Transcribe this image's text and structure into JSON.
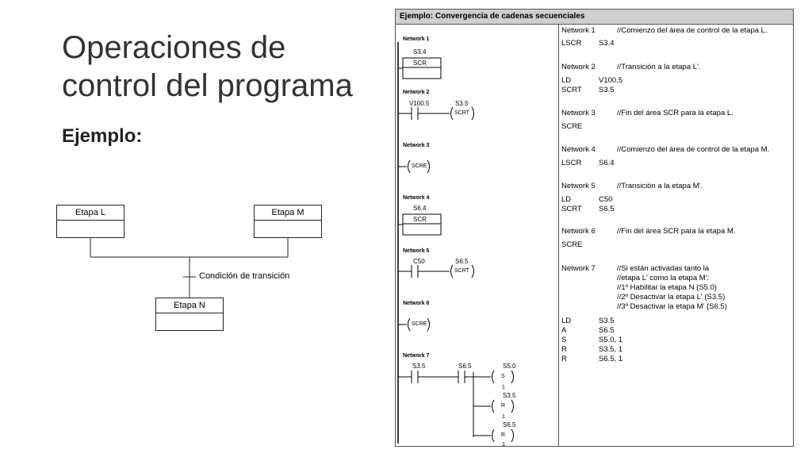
{
  "slide": {
    "title_line1": "Operaciones de",
    "title_line2": "control del programa",
    "subtitle": "Ejemplo:"
  },
  "diagram": {
    "stage_l": "Etapa L",
    "stage_m": "Etapa M",
    "stage_n": "Etapa N",
    "transition": "Condición de transición"
  },
  "panel": {
    "header": "Ejemplo: Convergencia de cadenas secuenciales",
    "ladder": {
      "networks": [
        "Network 1",
        "Network 2",
        "Network 3",
        "Network 4",
        "Network 5",
        "Network 6",
        "Network 7"
      ],
      "n1_addr": "S3.4",
      "n1_box": "SCR",
      "n2_contact": "V100.5",
      "n2_coil_addr": "S3.5",
      "n2_coil": "SCRT",
      "n3_coil": "SCRE",
      "n4_addr": "S6.4",
      "n4_box": "SCR",
      "n5_contact": "C50",
      "n5_coil_addr": "S6.5",
      "n5_coil": "SCRT",
      "n6_coil": "SCRE",
      "n7_contact1": "S3.5",
      "n7_contact2": "S6.5",
      "n7_coils": [
        {
          "addr": "S5.0",
          "op": "S",
          "n": "1"
        },
        {
          "addr": "S3.5",
          "op": "R",
          "n": "1"
        },
        {
          "addr": "S6.5",
          "op": "R",
          "n": "1"
        }
      ]
    },
    "stl": {
      "blocks": [
        {
          "net": "Network 1",
          "comment": "//Comienzo del área de control de la etapa L.",
          "lines": [
            [
              "LSCR",
              "S3.4"
            ]
          ]
        },
        {
          "net": "Network 2",
          "comment": "//Transición a la etapa L'.",
          "lines": [
            [
              "LD",
              "V100.5"
            ],
            [
              "SCRT",
              "S3.5"
            ]
          ]
        },
        {
          "net": "Network 3",
          "comment": "//Fin del área SCR para la etapa L.",
          "lines": [
            [
              "SCRE",
              ""
            ]
          ]
        },
        {
          "net": "Network 4",
          "comment": "//Comienzo del área de control de la etapa M.",
          "lines": [
            [
              "LSCR",
              "S6.4"
            ]
          ]
        },
        {
          "net": "Network 5",
          "comment": "//Transición a la etapa M'.",
          "lines": [
            [
              "LD",
              "C50"
            ],
            [
              "SCRT",
              "S6.5"
            ]
          ]
        },
        {
          "net": "Network 6",
          "comment": "//Fin del área SCR para la etapa M.",
          "lines": [
            [
              "SCRE",
              ""
            ]
          ]
        }
      ],
      "n7_net": "Network 7",
      "n7_comments": [
        "//Si están activadas tanto la",
        "//etapa L' como la etapa M':",
        "//1º Habilitar la etapa N (S5.0)",
        "//2º Desactivar la etapa L' (S3.5)",
        "//3º Desactivar la etapa M' (S6.5)"
      ],
      "n7_lines": [
        [
          "LD",
          "S3.5"
        ],
        [
          "A",
          "S6.5"
        ],
        [
          "S",
          "S5.0, 1"
        ],
        [
          "R",
          "S3.5, 1"
        ],
        [
          "R",
          "S6.5, 1"
        ]
      ]
    }
  }
}
